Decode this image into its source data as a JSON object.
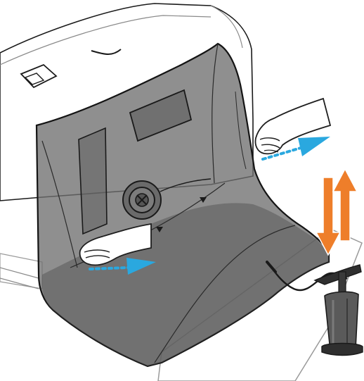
{
  "figure": {
    "colors": {
      "background": "#ffffff",
      "outline": "#1a1a1a",
      "tent_body": "#ffffff",
      "tent_line": "#8a8a8a",
      "cover_fill": "#6f6f6f",
      "cover_fill_dark": "#4d4d4d",
      "cover_edge": "#141414",
      "hand_fill": "#ffffff",
      "hand_line": "#1e1e1e",
      "pull_arrow": "#2aa8df",
      "pump_arrow": "#ee7e2a",
      "pump_body": "#5a5a5a",
      "pump_dark": "#2f2f2f"
    },
    "icons": {
      "pull_direction": "dotted-arrow-right",
      "pump_action": "up-down-arrows",
      "tool": "hand-air-pump",
      "valve": "inflation-valve"
    }
  }
}
